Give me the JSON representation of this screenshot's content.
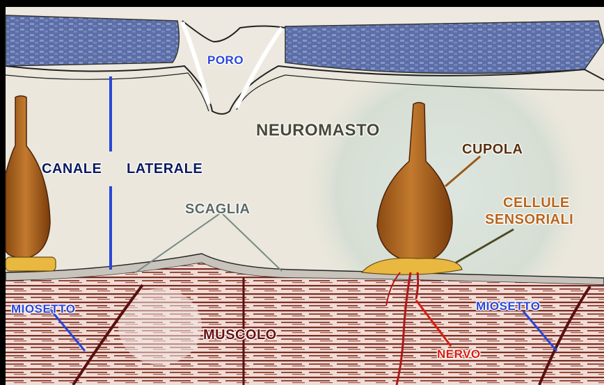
{
  "labels": {
    "poro": "PORO",
    "neuromasto": "NEUROMASTO",
    "canale": "CANALE",
    "laterale": "LATERALE",
    "scaglia": "SCAGLIA",
    "cupola": "CUPOLA",
    "cellule": "CELLULE",
    "sensoriali": "SENSORIALI",
    "miosetto_left": "MIOSETTO",
    "miosetto_right": "MIOSETTO",
    "muscolo": "MUSCOLO",
    "nervo": "NERVO"
  },
  "colors": {
    "label_blue": "#2a46d8",
    "label_dark": "#4a4a3a",
    "label_cupola": "#5a3210",
    "label_cellule": "#b8651c",
    "label_nervo": "#d81c10",
    "label_muscolo": "#6a1010"
  }
}
